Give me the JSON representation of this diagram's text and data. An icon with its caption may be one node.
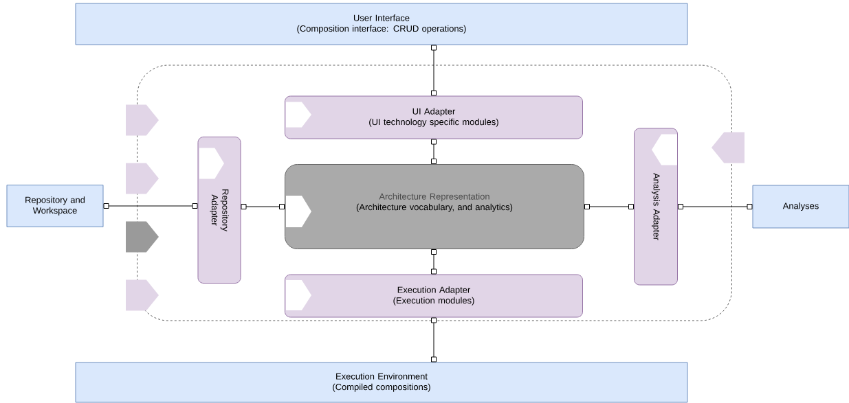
{
  "diagram": {
    "nodes": [
      {
        "text": [
          "User Interface",
          "(Composition interface: CRUD operations)"
        ]
      },
      {
        "text": [],
        "shape": "box"
      },
      {
        "text": [
          "UI Adapter",
          "(UI technology specific modules)"
        ],
        "in": 1
      },
      {
        "text": [
          "Repository Adapter"
        ],
        "in": 1
      },
      {
        "text": [
          "Architecture Representation",
          "(Architecture vocabulary, and analytics)"
        ],
        "in": 1
      },
      {
        "text": [
          "Analysis Adapter"
        ],
        "in": 1
      },
      {
        "text": [
          "Execution Adapter",
          "(Execution modules)"
        ],
        "in": 1
      },
      {
        "text": [
          "Repository and Workspace"
        ]
      },
      {
        "text": [
          "Analyses"
        ]
      },
      {
        "text": [
          "Execution Environment",
          "(Compiled compositions)"
        ]
      }
    ],
    "edges": [
      {
        "from": 0,
        "to": 2,
        "arrow": "other"
      },
      {
        "from": 2,
        "to": 4,
        "arrow": "other"
      },
      {
        "from": 7,
        "to": 3,
        "arrow": "other"
      },
      {
        "from": 3,
        "to": 4,
        "arrow": "other"
      },
      {
        "from": 4,
        "to": 5,
        "arrow": "other"
      },
      {
        "from": 5,
        "to": 8,
        "arrow": "other"
      },
      {
        "from": 4,
        "to": 6,
        "arrow": "other"
      },
      {
        "from": 6,
        "to": 9,
        "arrow": "other"
      }
    ]
  }
}
